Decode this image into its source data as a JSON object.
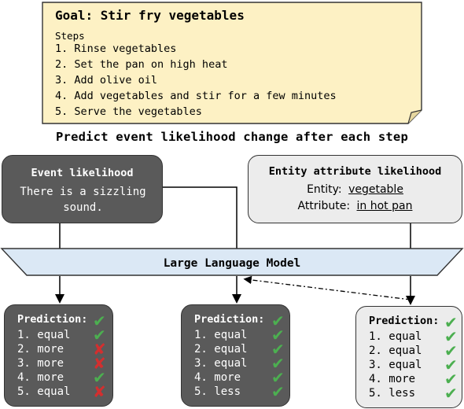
{
  "goal": {
    "title": "Goal: Stir fry vegetables",
    "steps_label": "Steps",
    "steps": [
      "1. Rinse vegetables",
      "2. Set the pan on high heat",
      "3. Add olive oil",
      "4. Add vegetables and stir for a few minutes",
      "5. Serve the vegetables"
    ]
  },
  "heading": "Predict event likelihood change after each step",
  "event_box": {
    "title": "Event likelihood",
    "text": "There is a sizzling sound."
  },
  "entity_box": {
    "title": "Entity attribute likelihood",
    "entity_label": "Entity:",
    "entity_value": "vegetable",
    "attribute_label": "Attribute:",
    "attribute_value": "in hot pan"
  },
  "model": {
    "label": "Large Language Model"
  },
  "predictions": [
    {
      "title": "Prediction:",
      "items": [
        "1. equal",
        "2. more",
        "3. more",
        "4. more",
        "5. equal"
      ],
      "marks": [
        "check-icon",
        "cross-icon",
        "cross-icon",
        "check-icon",
        "cross-icon"
      ]
    },
    {
      "title": "Prediction:",
      "items": [
        "1. equal",
        "2. equal",
        "3. equal",
        "4. more",
        "5. less"
      ],
      "marks": [
        "check-icon",
        "check-icon",
        "check-icon",
        "check-icon",
        "check-icon"
      ]
    },
    {
      "title": "Prediction:",
      "items": [
        "1. equal",
        "2. equal",
        "3. equal",
        "4. more",
        "5. less"
      ],
      "marks": [
        "check-icon",
        "check-icon",
        "check-icon",
        "check-icon",
        "check-icon"
      ]
    }
  ],
  "colors": {
    "note_fill": "#fdf1c4",
    "dark_box": "#5a5a5a",
    "light_box": "#ececec",
    "model_fill": "#dbe8f5",
    "check": "#4caf50",
    "cross": "#d32f2f"
  }
}
